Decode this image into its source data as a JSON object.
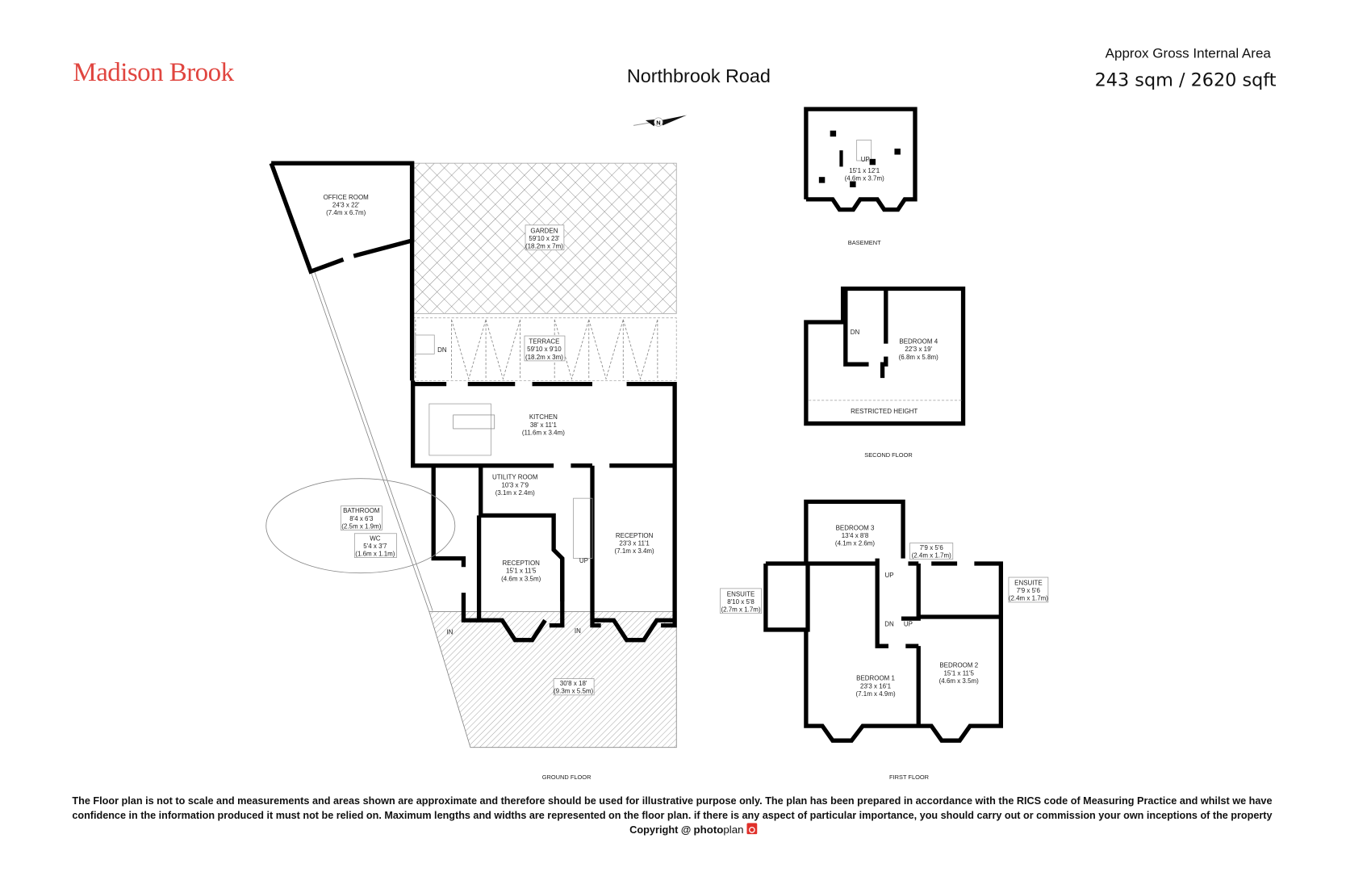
{
  "header": {
    "brand": "Madison Brook",
    "brand_color": "#e0453f",
    "title": "Northbrook Road",
    "area_label": "Approx Gross Internal Area",
    "area_value": "243 sqm / 2620 sqft",
    "compass_letter": "N"
  },
  "ground_floor": {
    "title": "GROUND FLOOR",
    "rooms": {
      "office": {
        "name": "OFFICE ROOM",
        "imperial": "24'3 x 22'",
        "metric": "(7.4m x 6.7m)"
      },
      "garden": {
        "name": "GARDEN",
        "imperial": "59'10 x 23'",
        "metric": "(18.2m x 7m)"
      },
      "terrace": {
        "name": "TERRACE",
        "imperial": "59'10 x 9'10",
        "metric": "(18.2m x 3m)"
      },
      "kitchen": {
        "name": "KITCHEN",
        "imperial": "38' x 11'1",
        "metric": "(11.6m x 3.4m)"
      },
      "utility": {
        "name": "UTILITY ROOM",
        "imperial": "10'3 x 7'9",
        "metric": "(3.1m x 2.4m)"
      },
      "bathroom": {
        "name": "BATHROOM",
        "imperial": "8'4 x 6'3",
        "metric": "(2.5m x 1.9m)"
      },
      "wc": {
        "name": "WC",
        "imperial": "5'4 x 3'7",
        "metric": "(1.6m x 1.1m)"
      },
      "reception1": {
        "name": "RECEPTION",
        "imperial": "15'1 x 11'5",
        "metric": "(4.6m x 3.5m)"
      },
      "reception2": {
        "name": "RECEPTION",
        "imperial": "23'3 x 11'1",
        "metric": "(7.1m x 3.4m)"
      },
      "front": {
        "imperial": "30'8 x 18'",
        "metric": "(9.3m x 5.5m)"
      }
    },
    "marks": {
      "dn": "DN",
      "up": "UP",
      "in1": "IN",
      "in2": "IN"
    }
  },
  "basement": {
    "title": "BASEMENT",
    "room": {
      "imperial": "15'1 x 12'1",
      "metric": "(4.6m x 3.7m)"
    },
    "up": "UP"
  },
  "second_floor": {
    "title": "SECOND FLOOR",
    "bedroom4": {
      "name": "BEDROOM 4",
      "imperial": "22'3 x 19'",
      "metric": "(6.8m x 5.8m)"
    },
    "restricted": "RESTRICTED HEIGHT",
    "dn": "DN"
  },
  "first_floor": {
    "title": "FIRST FLOOR",
    "bedroom1": {
      "name": "BEDROOM 1",
      "imperial": "23'3 x 16'1",
      "metric": "(7.1m x 4.9m)"
    },
    "bedroom2": {
      "name": "BEDROOM 2",
      "imperial": "15'1 x 11'5",
      "metric": "(4.6m x 3.5m)"
    },
    "bedroom3": {
      "name": "BEDROOM 3",
      "imperial": "13'4 x 8'8",
      "metric": "(4.1m x 2.6m)"
    },
    "ensuite_left": {
      "name": "ENSUITE",
      "imperial": "8'10 x 5'8",
      "metric": "(2.7m x 1.7m)"
    },
    "ensuite_right": {
      "name": "ENSUITE",
      "imperial": "7'9 x 5'6",
      "metric": "(2.4m x 1.7m)"
    },
    "bath_small": {
      "imperial": "7'9 x 5'6",
      "metric": "(2.4m x 1.7m)"
    },
    "marks": {
      "up1": "UP",
      "dn": "DN",
      "up2": "UP"
    }
  },
  "footer": {
    "line1": "The Floor plan is not to scale and measurements and areas shown are approximate and therefore should be used for illustrative purpose only. The plan has been prepared in accordance with the RICS code of Measuring Practice and whilst we have",
    "line2": "confidence in the information produced it must not be relied on. Maximum  lengths and widths are represented on the floor plan. if there is any aspect of particular importance, you should carry out or commission your own inceptions of the property",
    "copyright": "Copyright @",
    "brand_bold": "photo",
    "brand_light": "plan",
    "brand_color": "#e0302a"
  }
}
